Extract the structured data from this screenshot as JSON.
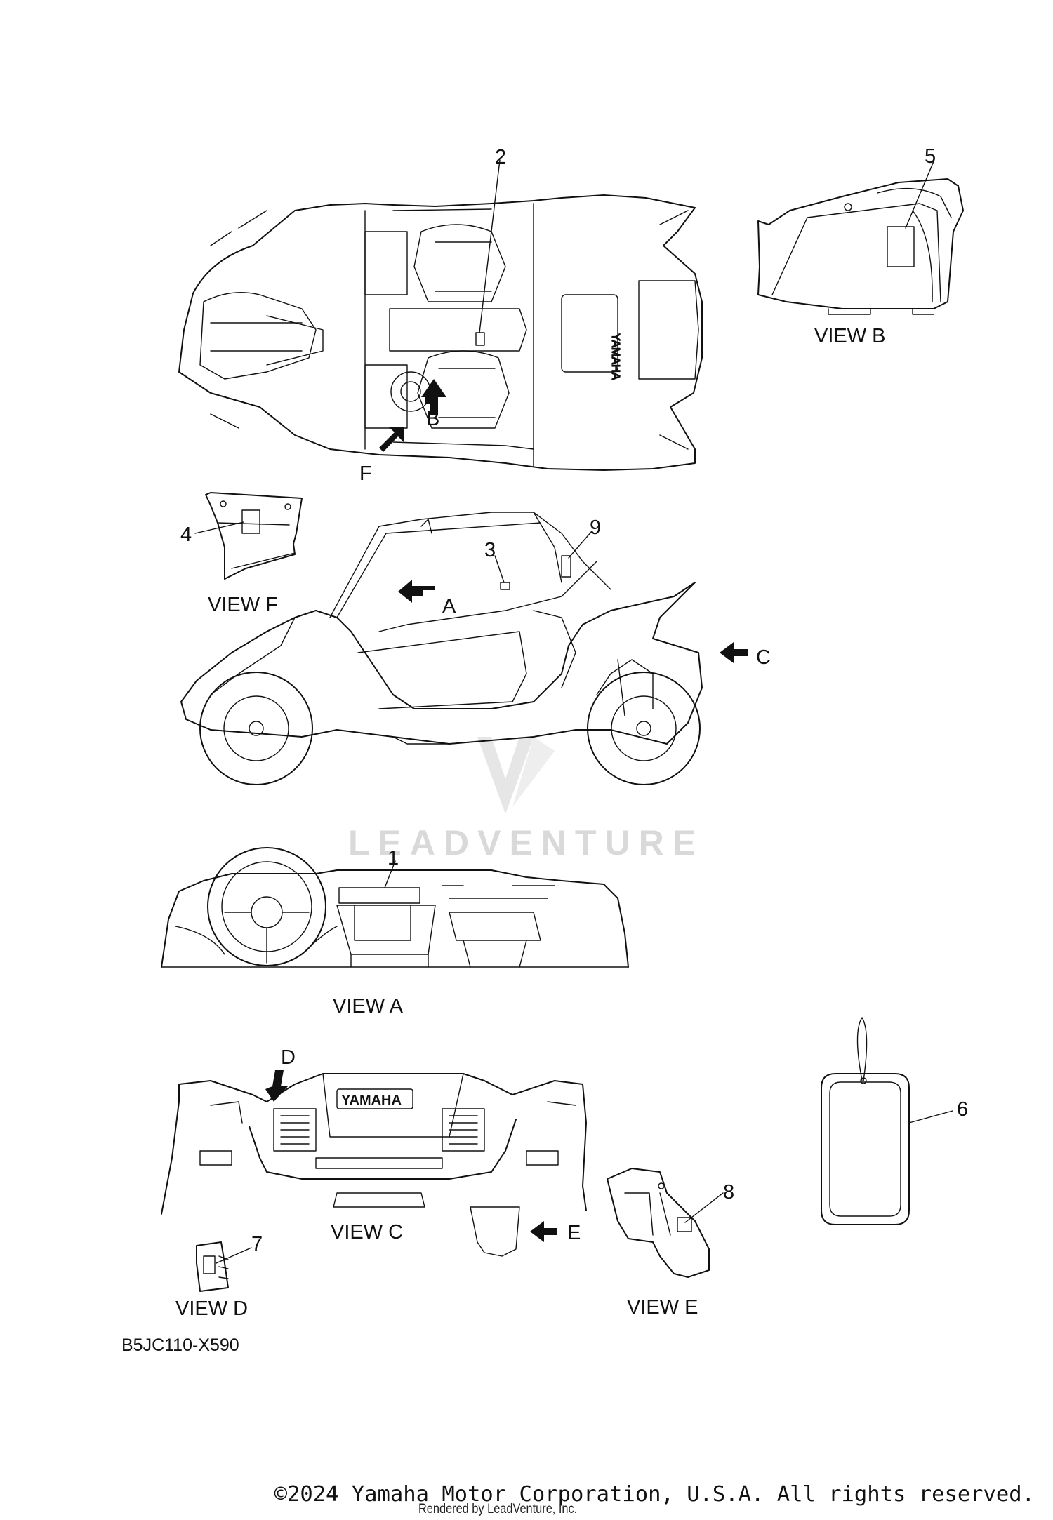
{
  "callouts": [
    "1",
    "2",
    "3",
    "4",
    "5",
    "6",
    "7",
    "8",
    "9"
  ],
  "view_labels": {
    "a": "VIEW A",
    "b": "VIEW B",
    "c": "VIEW C",
    "d": "VIEW D",
    "e": "VIEW E",
    "f": "VIEW F"
  },
  "arrow_labels": {
    "a": "A",
    "b": "B",
    "c": "C",
    "d": "D",
    "e": "E",
    "f": "F"
  },
  "brand_badge": "YAMAHA",
  "diagram_code": "B5JC110-X590",
  "watermark": "LEADVENTURE",
  "copyright": "©2024 Yamaha Motor Corporation, U.S.A. All rights reserved.",
  "rendered_by": "Rendered by LeadVenture, Inc."
}
